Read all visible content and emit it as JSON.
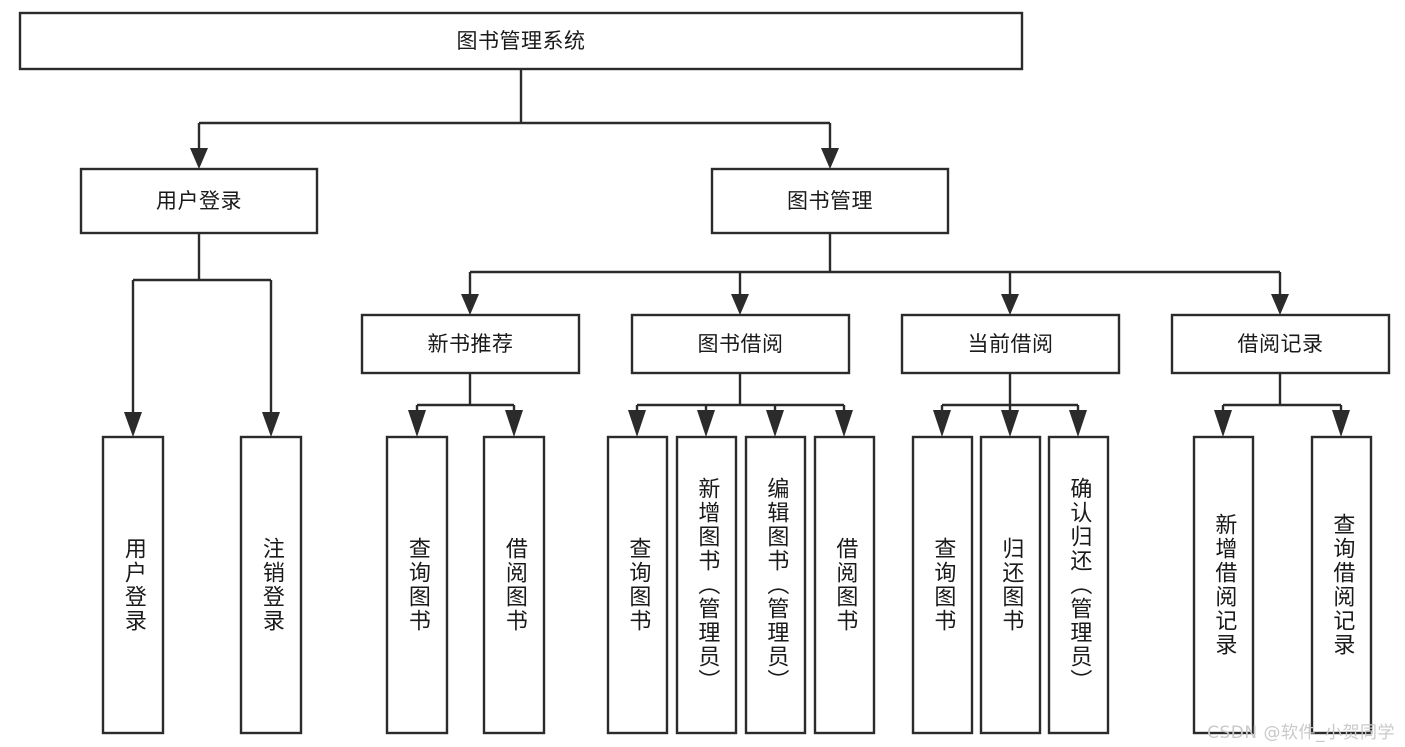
{
  "diagram": {
    "title": "图书管理系统",
    "type": "tree-hierarchy-diagram",
    "colors": {
      "box_stroke": "#2b2b2b",
      "box_fill": "#ffffff",
      "text": "#1a1a1a",
      "background": "#ffffff",
      "watermark": "#c9c9c9"
    },
    "root": {
      "label": "图书管理系统"
    },
    "level2": [
      {
        "label": "用户登录"
      },
      {
        "label": "图书管理"
      }
    ],
    "level3": [
      {
        "label": "新书推荐"
      },
      {
        "label": "图书借阅"
      },
      {
        "label": "当前借阅"
      },
      {
        "label": "借阅记录"
      }
    ],
    "leaves": {
      "user_login": [
        {
          "label": "用户登录"
        },
        {
          "label": "注销登录"
        }
      ],
      "new_book_recommend": [
        {
          "label": "查询图书"
        },
        {
          "label": "借阅图书"
        }
      ],
      "book_borrow": [
        {
          "label": "查询图书"
        },
        {
          "label": "新增图书（管理员）"
        },
        {
          "label": "编辑图书（管理员）"
        },
        {
          "label": "借阅图书"
        }
      ],
      "current_borrow": [
        {
          "label": "查询图书"
        },
        {
          "label": "归还图书"
        },
        {
          "label": "确认归还（管理员）"
        }
      ],
      "borrow_record": [
        {
          "label": "新增借阅记录"
        },
        {
          "label": "查询借阅记录"
        }
      ]
    }
  },
  "watermark": {
    "text": "CSDN @软件_小贺同学"
  }
}
